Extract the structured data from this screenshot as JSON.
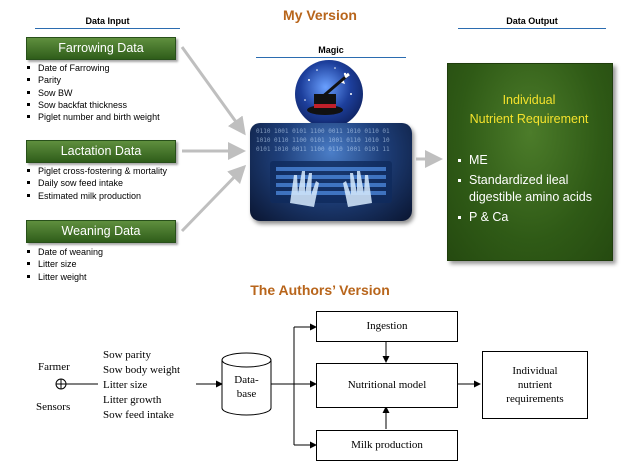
{
  "my_version": {
    "title": "My Version",
    "input_heading": "Data Input",
    "magic_heading": "Magic",
    "output_heading": "Data Output",
    "groups": [
      {
        "label": "Farrowing Data",
        "items": [
          "Date of Farrowing",
          "Parity",
          "Sow BW",
          "Sow backfat thickness",
          "Piglet number and birth weight"
        ]
      },
      {
        "label": "Lactation Data",
        "items": [
          "Piglet cross-fostering & mortality",
          "Daily sow feed intake",
          "Estimated milk production"
        ]
      },
      {
        "label": "Weaning Data",
        "items": [
          "Date of weaning",
          "Litter size",
          "Litter weight"
        ]
      }
    ],
    "output": {
      "title_line1": "Individual",
      "title_line2": "Nutrient Requirement",
      "items": [
        "ME",
        "Standardized ileal digestible amino acids",
        "P & Ca"
      ]
    },
    "colors": {
      "title": "#b8651b",
      "green_dark": "#2f5d1a",
      "output_title": "#f4e22c",
      "arrow": "#bfbfbf"
    }
  },
  "authors_version": {
    "title": "The Authors’ Version",
    "farmer": "Farmer",
    "sensors": "Sensors",
    "inputs": [
      "Sow parity",
      "Sow body weight",
      "Litter size",
      "Litter growth",
      "Sow feed intake"
    ],
    "database_line1": "Data-",
    "database_line2": "base",
    "ingestion": "Ingestion",
    "nutritional_model": "Nutritional model",
    "milk_production": "Milk production",
    "result_line1": "Individual",
    "result_line2": "nutrient",
    "result_line3": "requirements"
  }
}
